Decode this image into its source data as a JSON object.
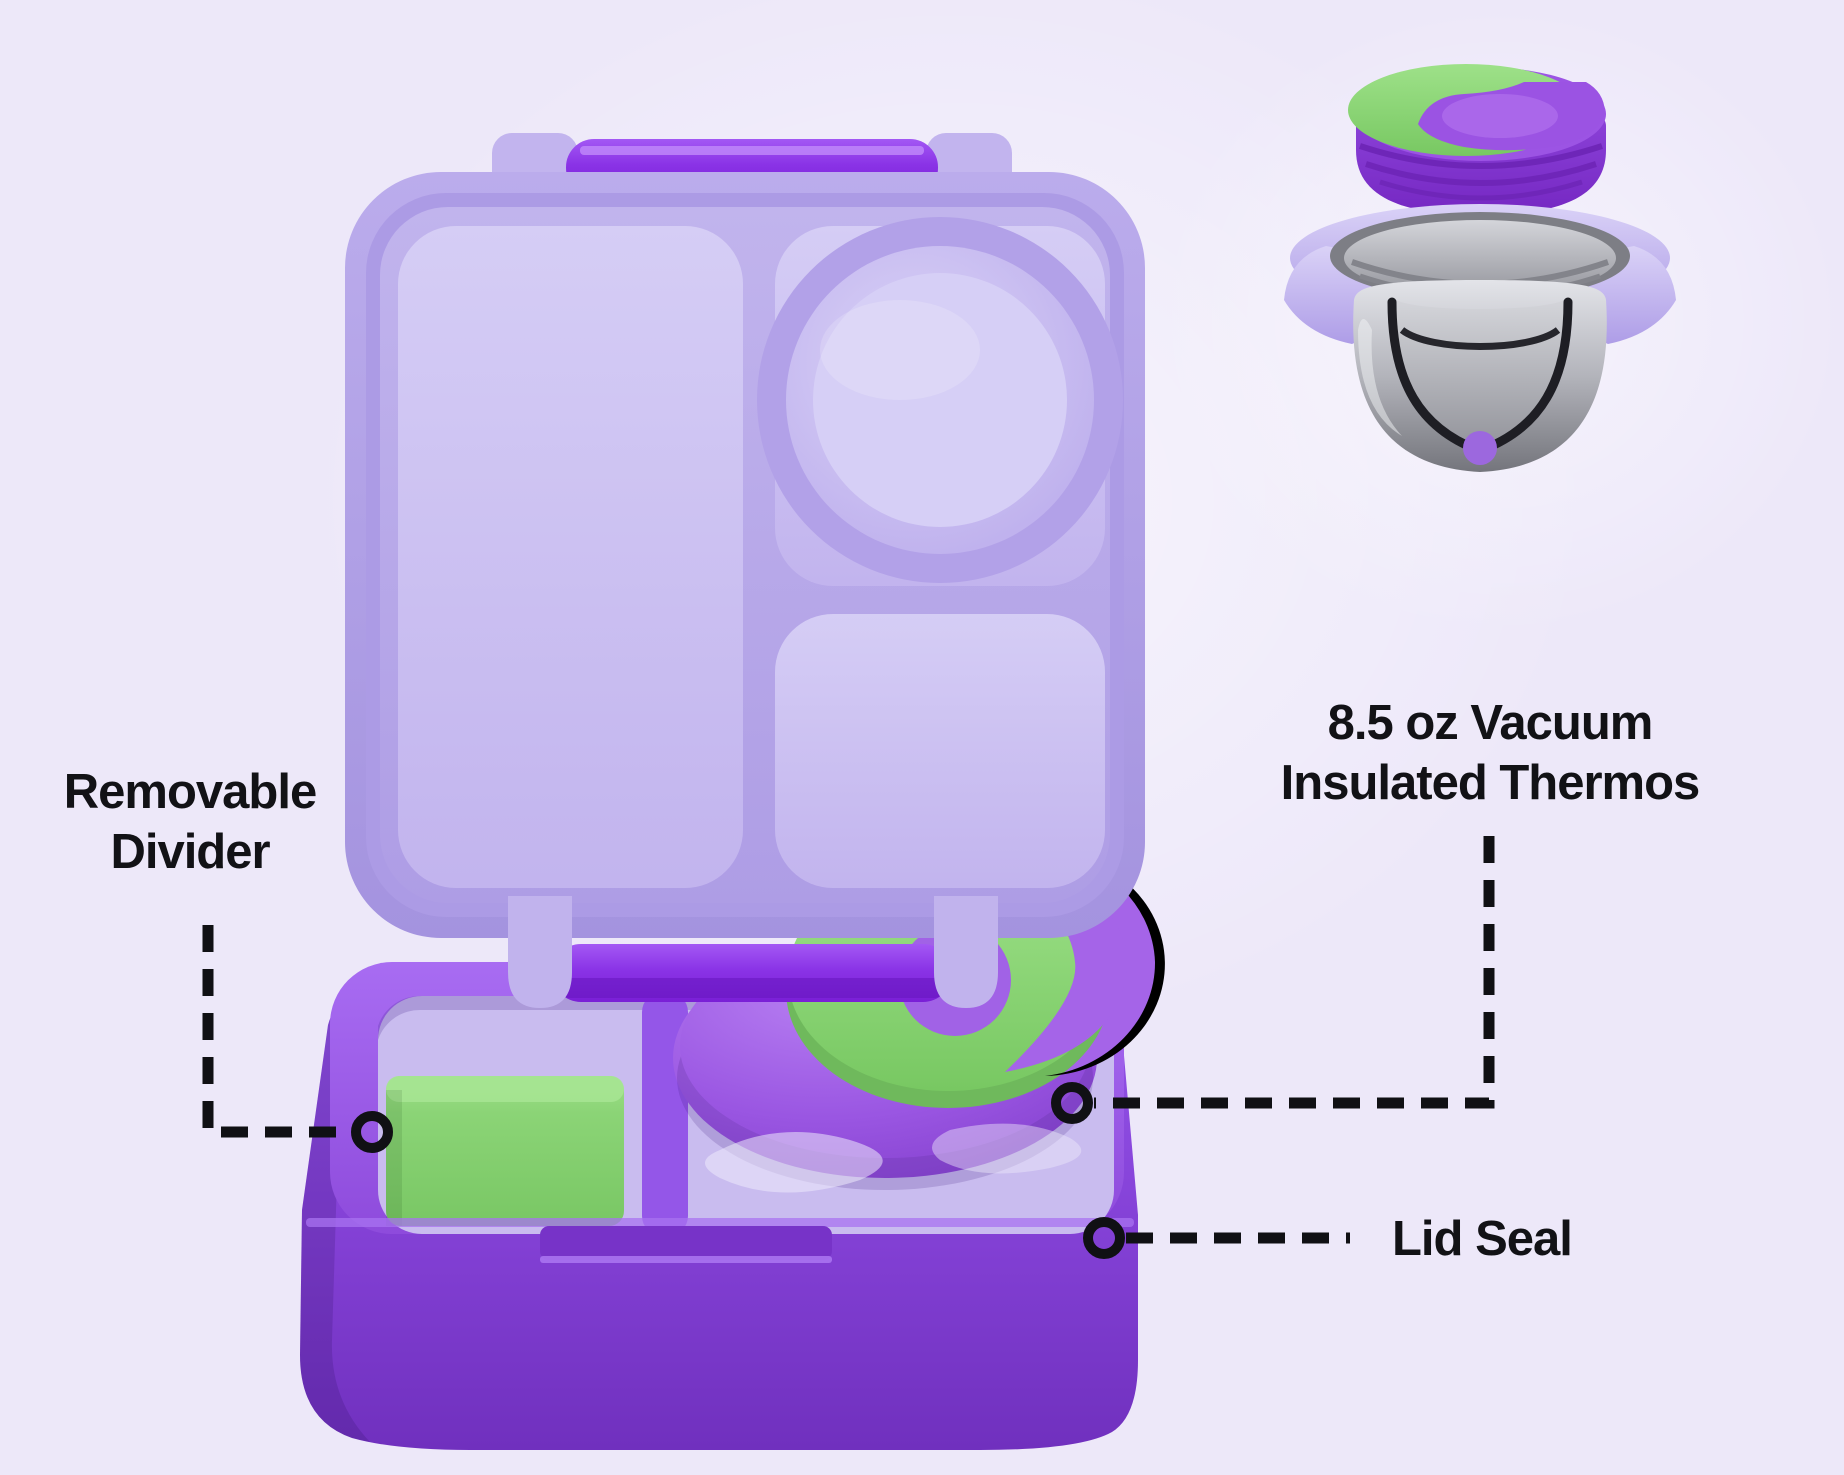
{
  "page": {
    "background_color": "#EDE8F9",
    "type": "product-callout-infographic"
  },
  "callouts": {
    "removable_divider": {
      "label": "Removable\nDivider",
      "marker": "circle-marker-icon",
      "line_style": "dashed"
    },
    "thermos": {
      "label": "8.5 oz Vacuum\nInsulated Thermos",
      "marker": "circle-marker-icon",
      "line_style": "dashed"
    },
    "lid_seal": {
      "label": "Lid Seal",
      "marker": "circle-marker-icon",
      "line_style": "dashed"
    }
  },
  "colors": {
    "background": "#EDE8F9",
    "box_purple": "#8A45DE",
    "box_purple_dark": "#7030BE",
    "box_rim_purple": "#9C5FEA",
    "lid_lavender": "#BCAEEA",
    "lid_well_lavender": "#CFC5F3",
    "hinge_pin_purple": "#7F27DC",
    "container_green": "#82CC6F",
    "thermos_handle_green": "#8FD97C",
    "thermos_lid_purple": "#9A56E2",
    "collar_lavender": "#C7BAF0",
    "steel_gray": "#A2A3AA",
    "callout_black": "#101014",
    "text_black": "#121216"
  }
}
